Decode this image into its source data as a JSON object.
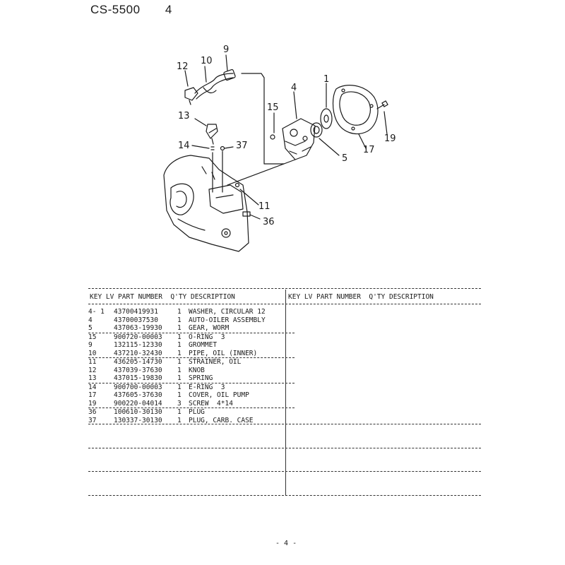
{
  "header": {
    "model": "CS-5500",
    "page_ref": "4"
  },
  "diagram": {
    "callouts": [
      "1",
      "4",
      "5",
      "9",
      "10",
      "11",
      "12",
      "13",
      "14",
      "15",
      "17",
      "19",
      "36",
      "37"
    ]
  },
  "table": {
    "columns_left": "KEY LV PART NUMBER  Q'TY DESCRIPTION",
    "columns_right": "KEY LV PART NUMBER  Q'TY DESCRIPTION",
    "rows": [
      {
        "key": "4- 1",
        "part": "43700419931",
        "qty": "1",
        "desc": "WASHER, CIRCULAR 12"
      },
      {
        "key": "4",
        "part": "43700037530",
        "qty": "1",
        "desc": "AUTO-OILER ASSEMBLY"
      },
      {
        "key": "5",
        "part": "437063-19930",
        "qty": "1",
        "desc": "GEAR, WORM"
      },
      {
        "key": "15",
        "part": "900720-00003",
        "qty": "1",
        "desc": "O-RING  3"
      },
      {
        "key": "9",
        "part": "132115-12330",
        "qty": "1",
        "desc": "GROMMET"
      },
      {
        "key": "10",
        "part": "437210-32430",
        "qty": "1",
        "desc": "PIPE, OIL (INNER)"
      },
      {
        "key": "11",
        "part": "436205-14730",
        "qty": "1",
        "desc": "STRAINER, OIL"
      },
      {
        "key": "12",
        "part": "437039-37630",
        "qty": "1",
        "desc": "KNOB"
      },
      {
        "key": "13",
        "part": "437015-19830",
        "qty": "1",
        "desc": "SPRING"
      },
      {
        "key": "14",
        "part": "900700-00003",
        "qty": "1",
        "desc": "E-RING  3"
      },
      {
        "key": "17",
        "part": "437605-37630",
        "qty": "1",
        "desc": "COVER, OIL PUMP"
      },
      {
        "key": "19",
        "part": "900220-04014",
        "qty": "3",
        "desc": "SCREW  4*14"
      },
      {
        "key": "36",
        "part": "100610-30130",
        "qty": "1",
        "desc": "PLUG"
      },
      {
        "key": "37",
        "part": "130337-30130",
        "qty": "1",
        "desc": "PLUG, CARB. CASE"
      }
    ]
  },
  "footer": {
    "page_number": "- 4 -"
  }
}
